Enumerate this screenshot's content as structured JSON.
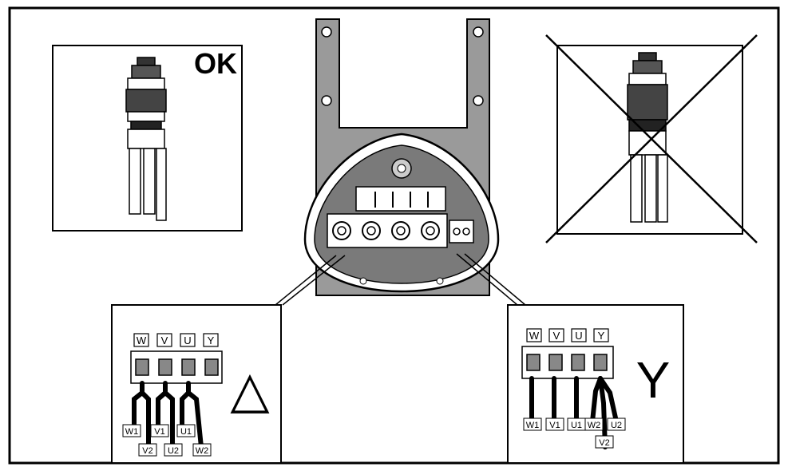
{
  "ok_panel": {
    "label": "OK"
  },
  "delta_panel": {
    "symbol": "△",
    "terminal_labels": [
      "W",
      "V",
      "U",
      "Y"
    ],
    "wire_labels_top": [
      "W1",
      "V1",
      "U1"
    ],
    "wire_labels_bottom": [
      "V2",
      "U2",
      "W2"
    ]
  },
  "star_panel": {
    "symbol": "Y",
    "terminal_labels": [
      "W",
      "V",
      "U",
      "Y"
    ],
    "wire_labels": [
      "W1",
      "V1",
      "U1",
      "W2",
      "U2"
    ],
    "wire_label_bottom": "V2"
  },
  "colors": {
    "housing": "#9a9a9a",
    "line": "#000000",
    "background": "#ffffff"
  }
}
